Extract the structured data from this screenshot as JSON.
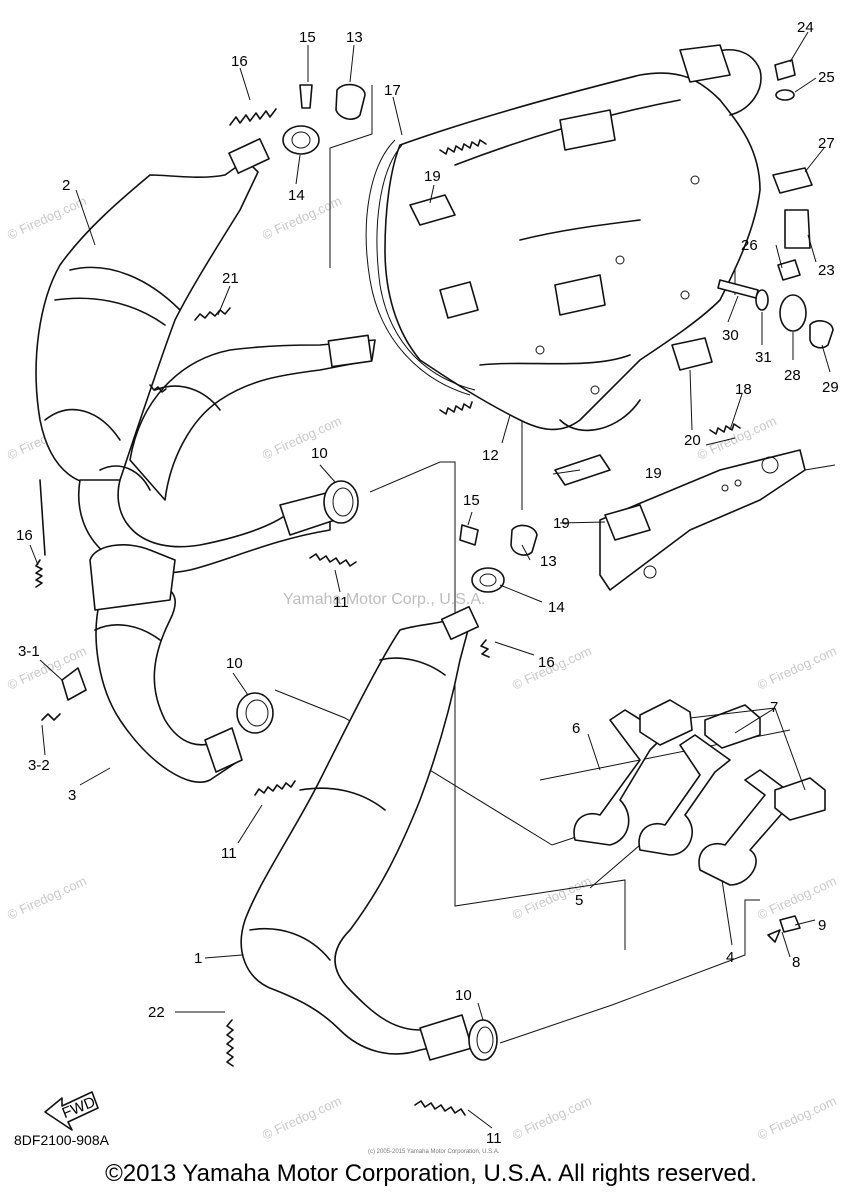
{
  "diagram_code": "8DF2100-908A",
  "fwd_label": "FWD",
  "watermark_center": "Yamaha Motor Corp., U.S.A.",
  "watermark_small": "© Firedog.com",
  "copyright_small": "(c) 2005-2015 Yamaha Motor Corporation, U.S.A.",
  "copyright": "©2013 Yamaha Motor Corporation, U.S.A. All rights reserved.",
  "callouts": {
    "c1": "1",
    "c2": "2",
    "c3": "3",
    "c3_1": "3-1",
    "c3_2": "3-2",
    "c4": "4",
    "c5": "5",
    "c6": "6",
    "c7": "7",
    "c8": "8",
    "c9": "9",
    "c10a": "10",
    "c10b": "10",
    "c10c": "10",
    "c11a": "11",
    "c11b": "11",
    "c11c": "11",
    "c12": "12",
    "c13a": "13",
    "c13b": "13",
    "c14a": "14",
    "c14b": "14",
    "c15a": "15",
    "c15b": "15",
    "c16a": "16",
    "c16b": "16",
    "c16c": "16",
    "c17": "17",
    "c18": "18",
    "c19a": "19",
    "c19b": "19",
    "c19c": "19",
    "c20": "20",
    "c21": "21",
    "c22": "22",
    "c23": "23",
    "c24": "24",
    "c25": "25",
    "c26": "26",
    "c27": "27",
    "c28": "28",
    "c29": "29",
    "c30": "30",
    "c31": "31"
  }
}
